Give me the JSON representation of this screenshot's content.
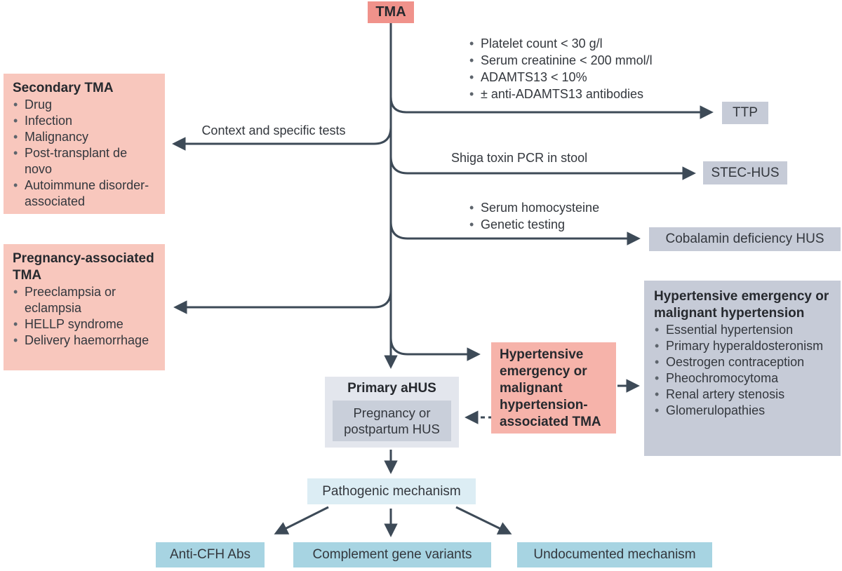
{
  "root": {
    "label": "TMA"
  },
  "labels": {
    "context": "Context and specific tests",
    "shiga": "Shiga toxin PCR in stool"
  },
  "criteria": {
    "ttp": {
      "items": [
        "Platelet count < 30 g/l",
        "Serum creatinine < 200 mmol/l",
        "ADAMTS13 < 10%",
        "± anti-ADAMTS13 antibodies"
      ]
    },
    "cobalamin": {
      "items": [
        "Serum homocysteine",
        "Genetic testing"
      ]
    }
  },
  "boxes": {
    "secondary_tma": {
      "title": "Secondary TMA",
      "items": [
        "Drug",
        "Infection",
        "Malignancy",
        "Post-transplant de novo",
        "Autoimmune disorder-associated"
      ]
    },
    "pregnancy_tma": {
      "title": "Pregnancy-associated TMA",
      "items": [
        "Preeclampsia or eclampsia",
        "HELLP syndrome",
        "Delivery haemorrhage"
      ]
    },
    "ttp": {
      "label": "TTP"
    },
    "stec_hus": {
      "label": "STEC-HUS"
    },
    "cobalamin_hus": {
      "label": "Cobalamin deficiency HUS"
    },
    "hypertensive_tma": {
      "label": "Hypertensive emergency or malignant hypertension-associated TMA"
    },
    "hypertension_causes": {
      "title": "Hypertensive emergency or malignant hypertension",
      "items": [
        "Essential hypertension",
        "Primary hyperaldosteronism",
        "Oestrogen contraception",
        "Pheochromocytoma",
        "Renal artery stenosis",
        "Glomerulopathies"
      ]
    },
    "primary_ahus": {
      "title": "Primary aHUS",
      "sub_label": "Pregnancy or postpartum HUS"
    },
    "pathogenic": {
      "label": "Pathogenic mechanism"
    },
    "outcomes": {
      "anti_cfh": "Anti-CFH Abs",
      "complement": "Complement gene variants",
      "undocumented": "Undocumented mechanism"
    }
  },
  "colors": {
    "line": "#3d4a57",
    "pink_strong": "#f0928b",
    "pink_light": "#f8c7bd",
    "pink_mid": "#f6b3aa",
    "gray_blue": "#c6cbd7",
    "ahus_outer": "#e3e6ed",
    "ahus_inner": "#c9cfda",
    "pale_blue": "#dcedf4",
    "outcome_blue": "#a7d4e2"
  }
}
